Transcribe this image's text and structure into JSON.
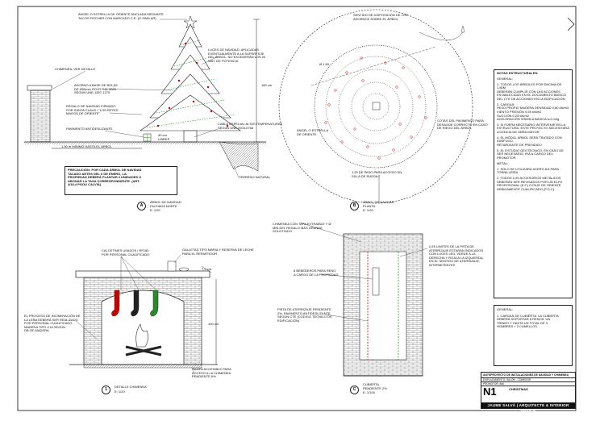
{
  "sheet": {
    "tree_labels": {
      "angel_star": "ÁNGEL O ESTRELLA DE ORIENTE ANCLADA MEDIANTE\nTACOS FISCHER CON MARCADO C.E. (O SIMILAR)",
      "lights": "LUCES DE NAVIDAD, APLICADAS\nEVENTUALMENTE A LA SUPERFICIE\nDEL ÁRBOL. NO EXCEDERÁN LOS 20\nWAT. DE POTENCIA",
      "chimney": "CHIMENEA: VER DETALLE",
      "balls": "ADORNO A BASE DE BOLAS\nDE Ø50mm ROJO RAL 3020\nSEGÚN UNE-1807-1270",
      "gift": "REGALO DE NAVIDAD FIRMADO\nPOR SANTA CLAUS / \"LOS REYES\nMAGOS DE ORIENTE\"",
      "floor": "PAVIMENTO ANTIDESLIZANTE",
      "min_to_tree": "1.50 m MÍNIMO HASTA EL ÁRBOL",
      "cm30": "30 cm\nLIBRES",
      "cable": "CABLE ESPECIAL ALTAS TEMPERATURAS\nSEGÚN UNE 2003-0768",
      "terrain": "TERRENO NATURAL",
      "height": "180 cm"
    },
    "warning": "PRECAUCIÓN: POR CADA ÁRBOL DE NAVIDAD\nTALADO ANTES DEL 6 DE ENERO, LA\nPROPIEDAD DEBERÁ PLANTAR 2 UNIDADES O\nABONAR LA TASA CORRESPONDIENTE. (ART.\n4/18.4 PGOU CALVIÁ)",
    "view_a": {
      "letter": "A",
      "title": "ÁRBOL DE NAVIDAD\nFACHADA NORTE",
      "scale": "E: 1/20"
    },
    "plan_labels": {
      "direction": "SENTIDO DE DISPOSICIÓN DE LOS\nADORNOS SOBRE EL ÁRBOL",
      "dim": "Ø 1,50",
      "angel": "ÁNGEL O ESTRELLA\nDE ORIENTE",
      "drain": "COTAS DEL PAVIMENTO PARA\nDESAGÜE CORRECTO EN CASO\nDE RIEGO DEL ÁRBOL",
      "pass": "1,20 DE PASO PARA ACCESO EN\nSILLA DE RUEDAS"
    },
    "view_b": {
      "letter": "B",
      "title": "ÁRBOL DE NAVIDAD\nPLANTA",
      "scale": "E: 1/20"
    },
    "fireplace_labels": {
      "stockings": "CALCETINES USADOS / RF180\nPOR PERSONAL CUALIFICADO",
      "cookies": "GALLETAS TIPO MARIA Y RESERVA DE LECHE\nPARA EL REPARTIDOR",
      "ledge": "7,5 cm",
      "height": "100 cm",
      "burn": "EL PROCESO DE INCINERACIÓN DE\nLA LEÑA DEBERÁ SER REALIZADO\nPOR PERSONAL CUALIFICADO.\nMADERA TIPO C18 SEGÚN\nDB-SE-MADERA",
      "slope": "RAMPA ACCESIBLE PARA\nACCESO A LA CHIMENEA\nPENDIENTE 6%"
    },
    "view_1": {
      "letter": "1",
      "title": "DETALLE CHIMENEA",
      "scale": "E: 1/20"
    },
    "chimney_labels": {
      "top": "CHIMENEA CON TAPA EXTRAIBLE Y Ø\nMIN DEL REGALO MÁS GRANDE\nSOLICITADO",
      "limits": "LOS LÍMITES DE LA PISTA DE\nATERRIZAJE ESTARÁN INDICADOS\nCON LUCES LED, VERDE A LA\nDERECHA Y ROJA A LA IZQUIERDA,\nEN EL SENTIDO DE ATERRIZAJE,\nINTERMITENTES",
      "drinks": "8 BEBEDEROS PARA RENO\nA CARGO DE LA PROPIEDAD",
      "runway": "PISTA DE ATERRIZAJE PENDIENTE\n2%. PAVIMENTO ANTIDESLIZANTE\nSEGÚN CTE (CÓDIGO TÉCNICO DE\nEDIFICACIÓN)"
    },
    "view_c": {
      "letter": "C",
      "title": "CUBIERTA\nPENDIENTE 2%",
      "scale": "E: 1/100"
    },
    "notes": {
      "title": "NOTAS ESTRUCTURALES:",
      "general": "GENERAL:",
      "items": [
        "1. TODOS LOS ÁRBOLES POR ENCIMA DE 1.80M\nDEBERÁN CUMPLIR CON LAS ACCIONES\nESTABLECIDAS EN EL DOCUMENTO BÁSICO\nDEL CTE DE ACCIONES EN LA EDIFICACIÓN",
        "2. CARGAS:\nPESO PROPIO MADERA DENSIDAD 0,80 kN/m3\nVIENTO PRESIÓN 0,55 kN/m2\nSUCCIÓN 0,25 kN/m2\nACELERACIÓN SÍSMICA BÁSICA a=0,04g",
        "3. SI FUERA NECESARIO INTERVENIR EN LA\nESTRUCTURA, ESTE PROYECTO NECESITARÁ\nLICENCIA DE OBRA MAYOR",
        "4. EL MÓDUL ÁRBOL SERÁ TRATADO CON IGNÍFUGO,\nRETARDANTE DE PRENDIDO",
        "5. EL ESTUDIO GEOTÉCNICO, EN CASO DE\nSER NECESARIO, IRÁ A CARGO DEL\nPROMOTOR"
      ],
      "metal": "METAL:",
      "metal_items": [
        "1. SOLO SE UTILIZARÁ ACERO 8.8 PARA\nTORNILLERÍA",
        "2. TODOS LOS ACCESORIOS METÁLICOS\nDEBERÁN SER REVISADOS POR UN ELFO\nPROFESIONAL (E.F.) O PAJE DE ORIENTE\nDEBIDAMENTE CUALIFICADO (P.O.C)"
      ]
    },
    "general_box": {
      "title": "GENERAL:",
      "text": "1. CARGAS DE CUBIERTA: LA CUBIERTA\nDEBERÁ SOPORTAR 8 RENOS, UN\nTRINEO Y HASTA UN TOTAL DE 3\nHOMBRES + 3 CAMELLOS."
    },
    "title_block": {
      "project": "ANTEPROYECTO DE INSTALACIONES DE NAVIDAD Y CHIMENEA",
      "line2": "EMPLAZAMIENTO: SALÓN - COMEDOR",
      "line3": "PROMOTOR: ###",
      "sheet_no": "N1",
      "sheet_name": "CHRISTMAS",
      "brand": "JAUME SALVÀ | ARQUITECTE & INTERIOR DESIGN"
    }
  }
}
